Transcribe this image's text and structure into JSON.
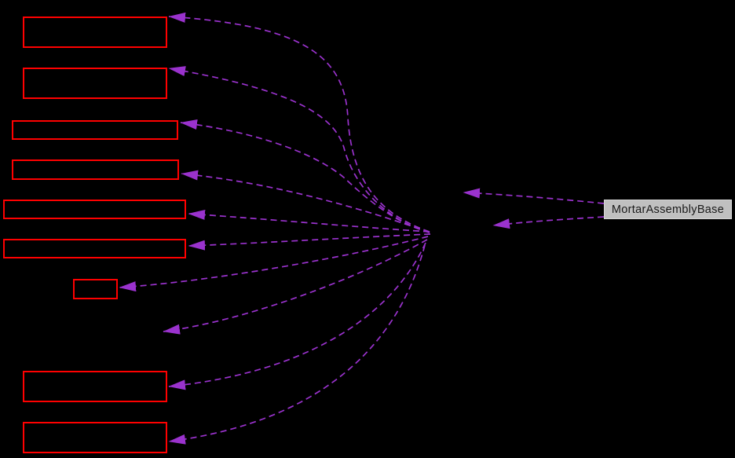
{
  "diagram": {
    "type": "class-dependency-graph",
    "background_color": "#000000",
    "highlight_node": {
      "label": "MortarAssemblyBase",
      "fill_color": "#c0c0c0",
      "text_color": "#1a1a1a"
    },
    "red_nodes": [
      {
        "id": "node-1",
        "label": ""
      },
      {
        "id": "node-2",
        "label": ""
      },
      {
        "id": "node-3",
        "label": ""
      },
      {
        "id": "node-4",
        "label": ""
      },
      {
        "id": "node-5",
        "label": ""
      },
      {
        "id": "node-6",
        "label": ""
      },
      {
        "id": "node-7",
        "label": ""
      },
      {
        "id": "node-8",
        "label": ""
      },
      {
        "id": "node-9",
        "label": ""
      }
    ],
    "red_node_border_color": "#ff0000",
    "edges": {
      "style": "dashed",
      "color": "#9a32cd",
      "arrow_direction": "left",
      "count": 12,
      "from_highlight_node": 2,
      "to_red_nodes": 9,
      "to_unboxed_point": 1
    }
  }
}
